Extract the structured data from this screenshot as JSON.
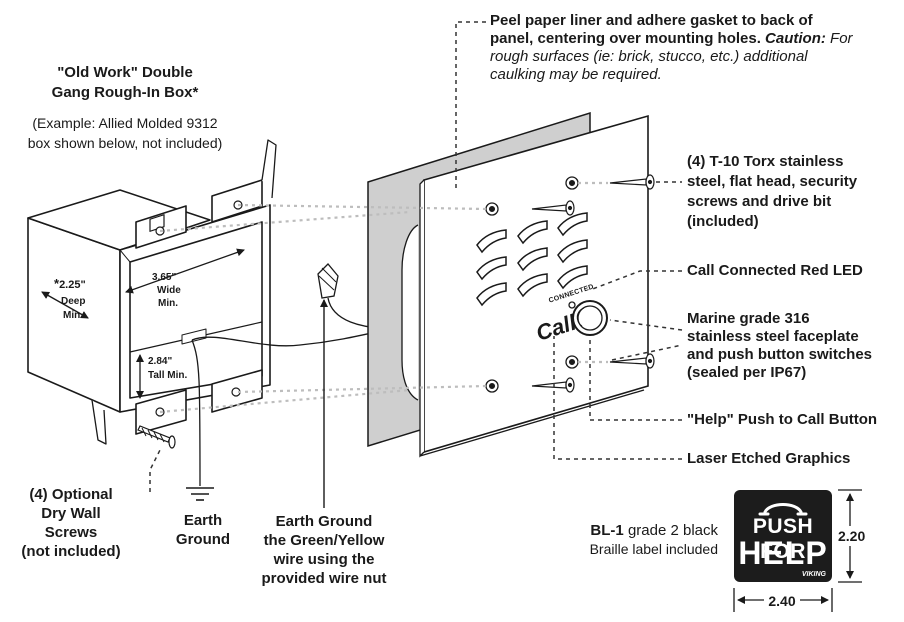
{
  "box": {
    "title_line1": "\"Old Work\" Double",
    "title_line2": "Gang Rough-In Box*",
    "example_line1": "(Example: Allied Molded 9312",
    "example_line2": "box shown below, not included)",
    "deep_value": "2.25\"",
    "deep_label1": "Deep",
    "deep_label2": "Min.",
    "wide_value": "3.65\"",
    "wide_label1": "Wide",
    "wide_label2": "Min.",
    "tall_value": "2.84\"",
    "tall_label": "Tall Min."
  },
  "callouts": {
    "peel_line1": "Peel paper liner and adhere gasket to back of",
    "peel_line2_bold": "panel, centering over mounting holes.",
    "peel_line2_caution": "Caution:",
    "peel_line2_rest": "For",
    "peel_line3": "rough surfaces (ie: brick, stucco, etc.) additional",
    "peel_line4": "caulking may be required.",
    "screws_line1": "(4) T-10 Torx stainless",
    "screws_line2": "steel, flat head, security",
    "screws_line3": "screws and drive bit",
    "screws_line4": "(included)",
    "led": "Call Connected Red LED",
    "marine_line1": "Marine grade 316",
    "marine_line2": "stainless steel faceplate",
    "marine_line3": "and push button switches",
    "marine_line4": "(sealed per IP67)",
    "help_button": "\"Help\" Push to Call Button",
    "laser": "Laser Etched Graphics",
    "drywall_line1": "(4) Optional",
    "drywall_line2": "Dry Wall",
    "drywall_line3": "Screws",
    "drywall_line4": "(not included)",
    "earth1_line1": "Earth",
    "earth1_line2": "Ground",
    "earth2_line1": "Earth Ground",
    "earth2_line2": "the Green/Yellow",
    "earth2_line3": "wire using the",
    "earth2_line4": "provided wire nut"
  },
  "panel": {
    "connected": "CONNECTED",
    "call": "Call"
  },
  "label": {
    "model": "BL-1",
    "desc_line1_rest": "grade 2 black",
    "desc_line2": "Braille label included",
    "line1": "PUSH FOR",
    "line2": "HELP",
    "brand": "VIKING",
    "height": "2.20",
    "width": "2.40"
  },
  "colors": {
    "ink": "#1a1a1a",
    "gasket": "#cfcfcf",
    "faceplate": "#ffffff",
    "label_bg": "#1c1c1c",
    "leader_dash": "#333333",
    "screw_dash": "#bdbdbd"
  },
  "icons": [
    "phone-handset-icon",
    "earth-ground-icon",
    "wire-nut-icon"
  ]
}
